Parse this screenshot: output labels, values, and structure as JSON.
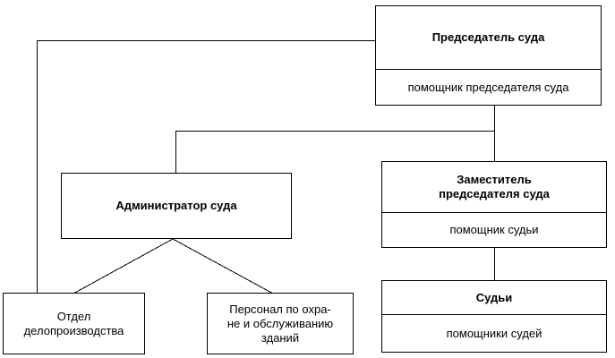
{
  "org_chart": {
    "chairman": {
      "title": "Председатель суда",
      "assistant": "помощник председателя суда"
    },
    "administrator": {
      "title": "Администратор суда"
    },
    "deputy": {
      "title": "Заместитель\nпредседателя суда",
      "assistant": "помощник судьи"
    },
    "judges": {
      "title": "Судьи",
      "assistant": "помощники судей"
    },
    "records_dept": {
      "title": "Отдел\nделопроизводства"
    },
    "security_staff": {
      "title": "Персонал по охра-\nне и обслуживанию\nзданий"
    }
  }
}
